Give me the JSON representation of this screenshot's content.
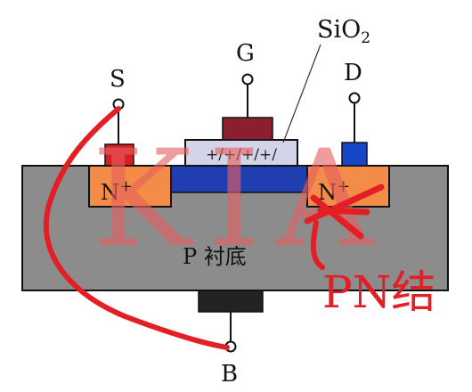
{
  "diagram": {
    "terminals": {
      "source": "S",
      "gate": "G",
      "drain": "D",
      "body": "B"
    },
    "oxide_label": "SiO",
    "oxide_subscript": "2",
    "source_region": {
      "label": "N",
      "superscript": "+"
    },
    "drain_region": {
      "label": "N",
      "superscript": "+"
    },
    "substrate_label": "P 衬底",
    "oxide_charges": "+/+/+/+/",
    "annotation": "PN结",
    "watermark": "KIA"
  },
  "colors": {
    "substrate": "#8c8c8c",
    "n_plus_region": "#f28c48",
    "channel": "#1f3fb0",
    "oxide": "#d4d4e8",
    "gate_metal": "#8b1f2f",
    "source_contact": "#d81e24",
    "drain_contact": "#1646c8",
    "body_contact": "#222222",
    "red_overlay": "#e41e25",
    "watermark": "#e56060"
  }
}
